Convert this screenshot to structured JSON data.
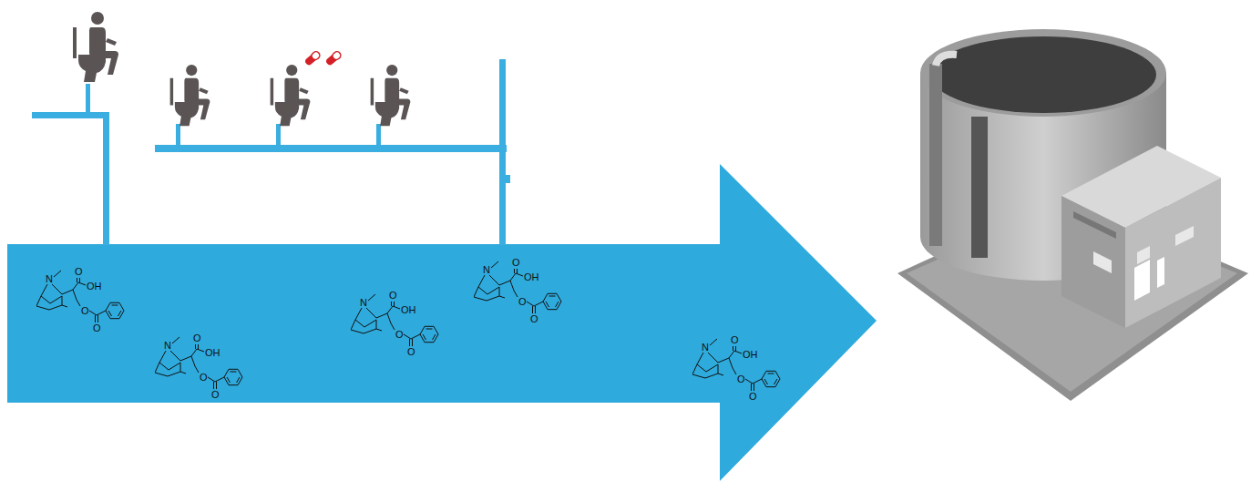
{
  "diagram": {
    "labels": [
      "N",
      "O",
      "OH",
      "O",
      "O",
      "N",
      "O",
      "OH",
      "O",
      "O",
      "N",
      "O",
      "OH",
      "O",
      "O",
      "N",
      "O",
      "OH",
      "O",
      "O",
      "N",
      "O",
      "OH",
      "O",
      "O"
    ]
  }
}
